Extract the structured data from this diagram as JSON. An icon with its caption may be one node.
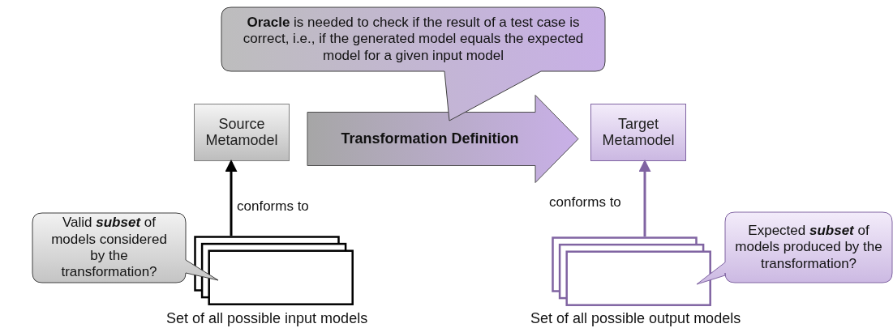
{
  "diagram": {
    "nodes": [
      {
        "text": [
          "Source Metamodel"
        ]
      },
      {
        "text": [
          "Target Metamodel"
        ]
      },
      {
        "text": [
          "**Oracle** is needed to check if the result of a test case is correct, i.e., if the generated model equals the expected model for a given input model"
        ]
      },
      {
        "text": [],
        "shape": "box",
        "beside": [
          "Set of all possible input models"
        ]
      },
      {
        "text": [],
        "shape": "box",
        "beside": [
          "Set of all possible output models"
        ]
      },
      {
        "text": [
          "Valid **subset** of models considered by the transformation?"
        ]
      },
      {
        "text": [
          "Expected **subset** of models produced by the transformation?"
        ]
      }
    ],
    "edges": [
      {
        "from": 0,
        "to": 1,
        "arrow": "to",
        "label": "Transformation Definition",
        "style": "thick"
      },
      {
        "from": 3,
        "to": 0,
        "arrow": "to",
        "label": "conforms to"
      },
      {
        "from": 4,
        "to": 1,
        "arrow": "to",
        "label": "conforms to",
        "color": "#8064a2"
      }
    ]
  }
}
